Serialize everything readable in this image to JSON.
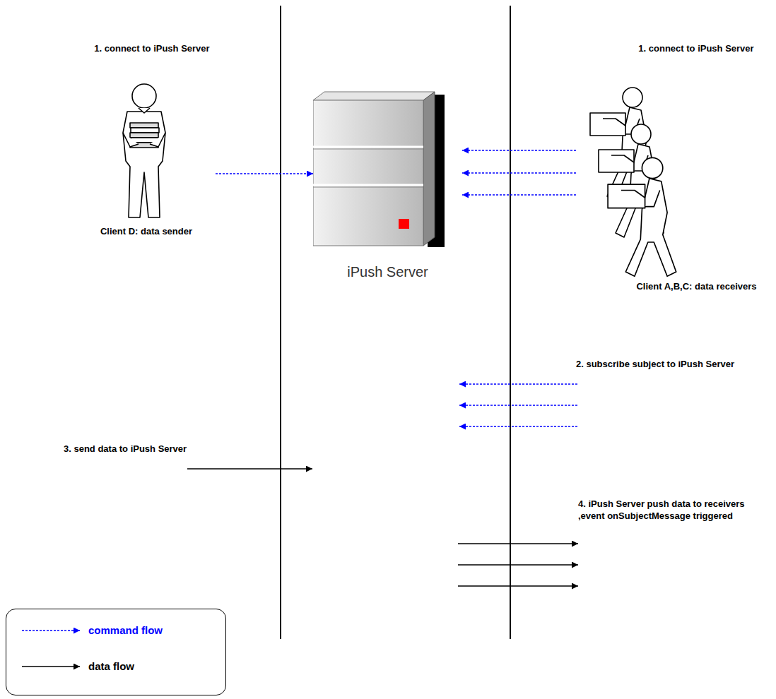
{
  "diagram": {
    "nodes": [
      {
        "text": [
          "Client D: data sender"
        ]
      },
      {
        "text": [
          "iPush Server"
        ]
      },
      {
        "text": [
          "Client A,B,C: data receivers"
        ]
      }
    ],
    "edges": [
      {
        "from": 0,
        "to": 1,
        "arrow": "to"
      },
      {
        "from": 2,
        "to": 1,
        "arrow": "to"
      },
      {
        "from": 2,
        "to": 1,
        "arrow": "to"
      },
      {
        "from": 2,
        "to": 1,
        "arrow": "to"
      }
    ],
    "labels": [
      "1. connect to iPush Server",
      "1. connect to iPush Server",
      "2. subscribe subject to iPush Server",
      "3. send data to iPush Server",
      "4. iPush Server push data to receivers ,event onSubjectMessage triggered"
    ],
    "legend": [
      {
        "text": "command flow"
      },
      {
        "text": "data flow"
      }
    ]
  }
}
